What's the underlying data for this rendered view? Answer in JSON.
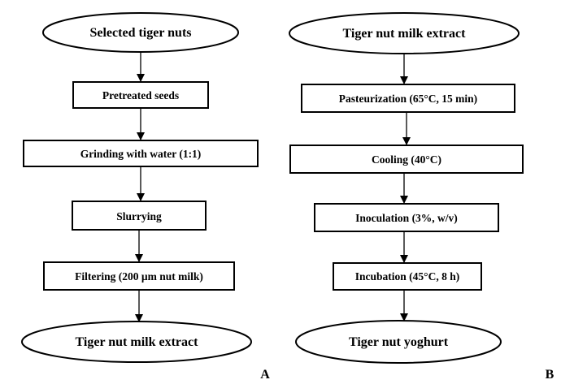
{
  "panels": {
    "A": {
      "label": "A",
      "nodes": [
        {
          "text": "Selected tiger nuts",
          "shape": "oval"
        },
        {
          "text": "Pretreated seeds",
          "shape": "box"
        },
        {
          "text": "Grinding with water (1:1)",
          "shape": "box"
        },
        {
          "text": "Slurrying",
          "shape": "box"
        },
        {
          "text": "Filtering (200 µm nut milk)",
          "shape": "box"
        },
        {
          "text": "Tiger nut milk extract",
          "shape": "oval"
        }
      ]
    },
    "B": {
      "label": "B",
      "nodes": [
        {
          "text": "Tiger nut milk extract",
          "shape": "oval"
        },
        {
          "text": "Pasteurization (65°C, 15 min)",
          "shape": "box"
        },
        {
          "text": "Cooling (40°C)",
          "shape": "box"
        },
        {
          "text": "Inoculation (3%, w/v)",
          "shape": "box"
        },
        {
          "text": "Incubation (45°C, 8 h)",
          "shape": "box"
        },
        {
          "text": "Tiger nut yoghurt",
          "shape": "oval"
        }
      ]
    }
  }
}
